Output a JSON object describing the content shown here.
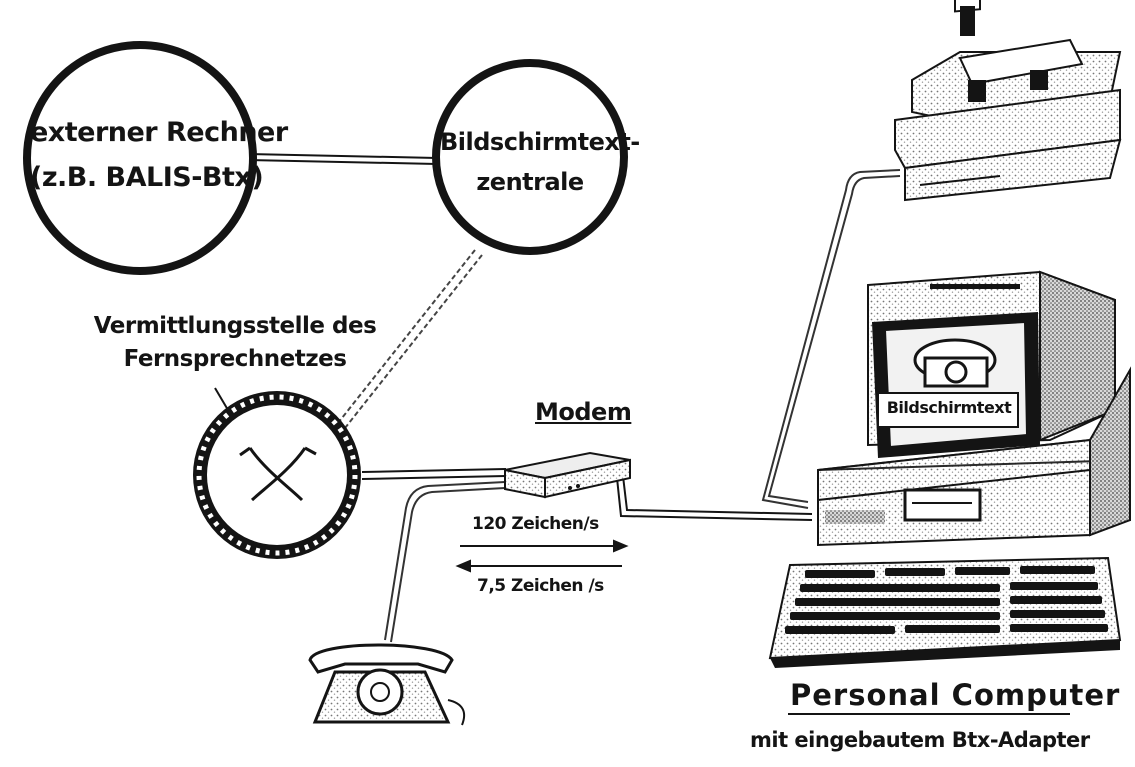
{
  "nodes": {
    "external_computer": {
      "line1": "externer Rechner",
      "line2": "(z.B. BALIS-Btx)"
    },
    "btx_center": {
      "line1": "Bildschirmtext-",
      "line2": "zentrale"
    },
    "exchange": {
      "line1": "Vermittlungsstelle des",
      "line2": "Fernsprechnetzes"
    },
    "modem": {
      "label": "Modem"
    },
    "monitor_screen": {
      "label": "Bildschirmtext"
    },
    "computer": {
      "title": "Personal Computer",
      "subtitle": "mit eingebautem Btx-Adapter"
    }
  },
  "links": {
    "speed_forward": "120 Zeichen/s",
    "speed_return": "7,5 Zeichen /s"
  },
  "style": {
    "ink": "#141414",
    "paper": "#ffffff",
    "stipple": "#9a9a9a"
  }
}
